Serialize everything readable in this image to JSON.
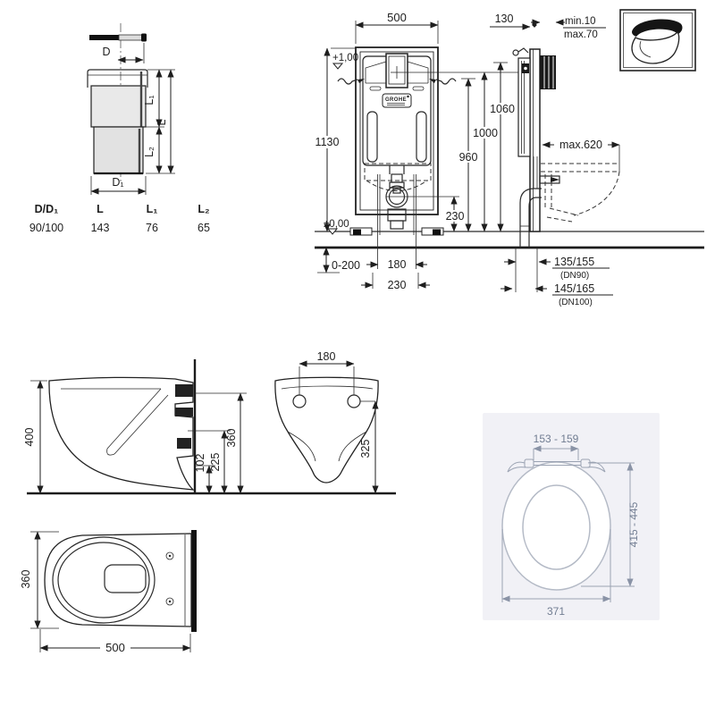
{
  "sheet": {
    "background": "#ffffff",
    "ink": "#1e1e1e",
    "panel_bg": "#f1f1f6",
    "panel_text": "#717d92",
    "panel_line": "#9aa2b2"
  },
  "adapter": {
    "dim_d": "D",
    "dim_d1": "D₁",
    "dim_l": "L",
    "dim_l1": "L₁",
    "dim_l2": "L₂",
    "table": {
      "col1_header": "D/D₁",
      "col2_header": "L",
      "col3_header": "L₁",
      "col4_header": "L₂",
      "col1_value": "90/100",
      "col2_value": "143",
      "col3_value": "76",
      "col4_value": "65"
    }
  },
  "frame_front": {
    "width": "500",
    "height": "1130",
    "plate_level": "+1,00",
    "floor_level": "±0,00",
    "foot_adjust": "0-200",
    "fixing_span": "180",
    "fixing_span_outer": "230",
    "drain_height": "230",
    "brand": "GROHE"
  },
  "frame_heights": {
    "h960": "960",
    "h1000": "1000",
    "h1060": "1060"
  },
  "frame_side": {
    "depth": "130",
    "finish_min": "min.10",
    "finish_max": "max.70",
    "max_width": "max.620",
    "outlet_dn90": "135/155",
    "outlet_dn90_note": "(DN90)",
    "outlet_dn100": "145/165",
    "outlet_dn100_note": "(DN100)"
  },
  "bowl_side": {
    "height": "400",
    "inlet_height": "102",
    "outlet_height": "225",
    "top_height": "360"
  },
  "bowl_front": {
    "fixing_span": "180",
    "rim_height": "325"
  },
  "bowl_top": {
    "width": "360",
    "depth": "500"
  },
  "seat": {
    "hinge_span": "153 - 159",
    "length": "415 - 445",
    "width": "371"
  }
}
